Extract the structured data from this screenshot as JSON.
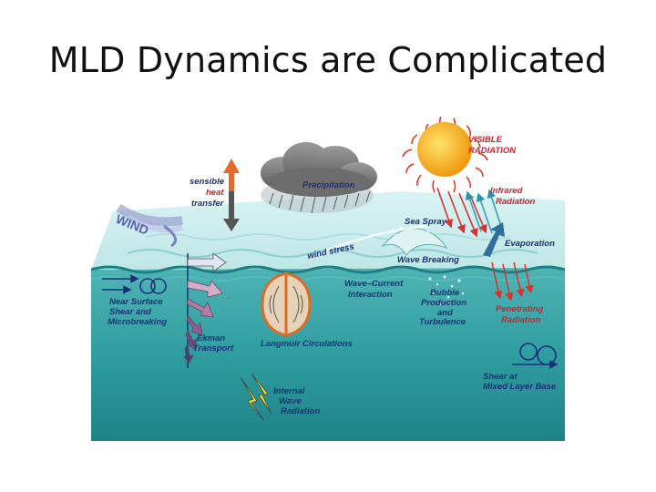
{
  "title": "MLD Dynamics are Complicated",
  "diagram": {
    "labels": {
      "visible_radiation_1": "VISIBLE",
      "visible_radiation_2": "RADIATION",
      "sensible_1": "sensible",
      "sensible_2": "heat",
      "sensible_3": "transfer",
      "precipitation": "Precipitation",
      "infrared_1": "Infrared",
      "infrared_2": "Radiation",
      "wind": "WIND",
      "sea_spray": "Sea Spray",
      "evaporation": "Evaporation",
      "wind_stress": "wind stress",
      "wave_breaking": "Wave Breaking",
      "wave_current_1": "Wave–Current",
      "wave_current_2": "Interaction",
      "bubble_1": "Bubble",
      "bubble_2": "Production",
      "bubble_3": "and",
      "bubble_4": "Turbulence",
      "near_surface_1": "Near Surface",
      "near_surface_2": "Shear and",
      "near_surface_3": "Microbreaking",
      "penetrating_1": "Penetrating",
      "penetrating_2": "Radiation",
      "langmuir": "Langmuir Circulations",
      "ekman_1": "Ekman",
      "ekman_2": "Transport",
      "internal_1": "Internal",
      "internal_2": "Wave",
      "internal_3": "Radiation",
      "shear_base_1": "Shear at",
      "shear_base_2": "Mixed Layer Base"
    },
    "heat_signs": {
      "plus": "+",
      "minus": "–"
    },
    "colors": {
      "sky": "#cfeff0",
      "ocean": "#2f9ea0",
      "deep_ocean": "#1f8486",
      "sun": "#f6b31c",
      "label_navy": "#1c2f7a",
      "label_red": "#d0222a",
      "arrow_red": "#d9312f",
      "arrow_teal": "#3a9fb0"
    }
  }
}
